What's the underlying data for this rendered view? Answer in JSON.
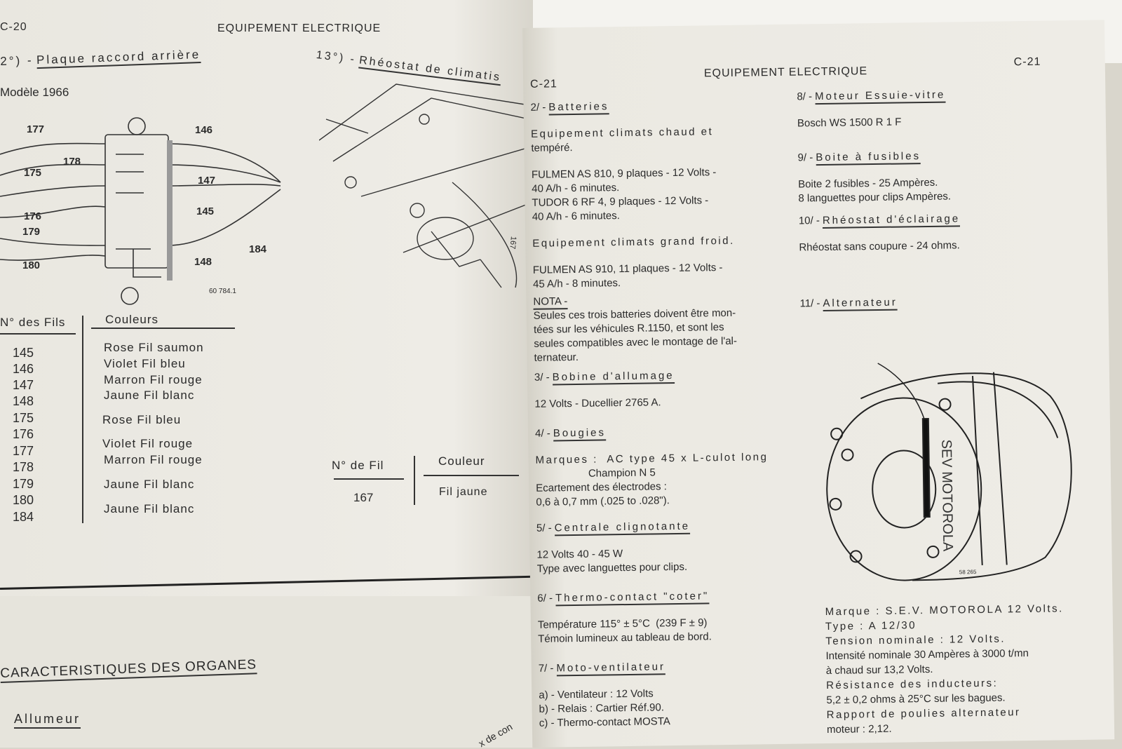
{
  "left_page": {
    "page_number": "C-20",
    "header": "EQUIPEMENT ELECTRIQUE",
    "section_12": {
      "title_num": "2°) -",
      "title": "Plaque raccord arrière",
      "model": "Modèle 1966",
      "figure_ref": "60 784.1",
      "wire_labels": [
        "177",
        "178",
        "175",
        "176",
        "179",
        "180",
        "146",
        "147",
        "145",
        "148",
        "184"
      ]
    },
    "section_13": {
      "title_num": "13°) -",
      "title": "Rhéostat de climatis",
      "figure_label": "167"
    },
    "table_1": {
      "headers": [
        "N° des Fils",
        "Couleurs"
      ],
      "rows": [
        [
          "145",
          "Rose  Fil saumon"
        ],
        [
          "146",
          "Violet  Fil bleu"
        ],
        [
          "147",
          "Marron  Fil rouge"
        ],
        [
          "148",
          "Jaune  Fil blanc"
        ],
        [
          "175",
          "Rose  Fil bleu"
        ],
        [
          "176",
          "Violet  Fil rouge"
        ],
        [
          "177",
          "Marron  Fil rouge"
        ],
        [
          "178",
          "Jaune  Fil blanc"
        ],
        [
          "179",
          "Jaune  Fil blanc"
        ],
        [
          "180",
          ""
        ],
        [
          "184",
          ""
        ]
      ]
    },
    "table_2": {
      "headers": [
        "N° de Fil",
        "Couleur"
      ],
      "rows": [
        [
          "167",
          "Fil jaune"
        ]
      ]
    },
    "lower": {
      "title": "CARACTERISTIQUES DES ORGANES",
      "item": "Allumeur",
      "margin_note": "x de con"
    }
  },
  "right_page": {
    "page_number_left": "C-21",
    "page_number_right": "C-21",
    "header": "EQUIPEMENT ELECTRIQUE",
    "col1": [
      {
        "num": "2/ -",
        "title": "Batteries",
        "lines": [
          "Equipement climats chaud et",
          "tempéré.",
          "",
          "FULMEN AS 810, 9 plaques - 12 Volts -",
          "40 A/h - 6 minutes.",
          "TUDOR 6 RF 4, 9 plaques - 12 Volts -",
          "40 A/h - 6 minutes.",
          "",
          "Equipement climats grand froid.",
          "",
          "FULMEN AS 910, 11 plaques - 12 Volts -",
          "45 A/h - 8 minutes."
        ]
      },
      {
        "nota": "NOTA -",
        "lines": [
          "Seules ces trois batteries doivent être mon-",
          "tées sur les véhicules R.1150, et sont les",
          "seules compatibles avec le montage de l'al-",
          "ternateur."
        ]
      },
      {
        "num": "3/ -",
        "title": "Bobine d'allumage",
        "lines": [
          "12 Volts - Ducellier 2765 A."
        ]
      },
      {
        "num": "4/ -",
        "title": "Bougies",
        "lines": [
          "Marques :  AC type 45 x L-culot long",
          "                  Champion N 5",
          "Ecartement des électrodes :",
          "0,6 à 0,7 mm (.025 to .028\")."
        ]
      },
      {
        "num": "5/ -",
        "title": "Centrale clignotante",
        "lines": [
          "12 Volts 40 - 45 W",
          "Type avec languettes pour clips."
        ]
      },
      {
        "num": "6/ -",
        "title": "Thermo-contact \"coter\"",
        "lines": [
          "Température 115° ± 5°C  (239 F ± 9)",
          "Témoin lumineux au tableau de bord."
        ]
      },
      {
        "num": "7/ -",
        "title": "Moto-ventilateur",
        "lines": [
          "a) - Ventilateur : 12 Volts",
          "b) - Relais : Cartier Réf.90.",
          "c) - Thermo-contact MOSTA"
        ]
      }
    ],
    "col2": [
      {
        "num": "8/ -",
        "title": "Moteur Essuie-vitre",
        "lines": [
          "Bosch WS 1500 R 1 F"
        ]
      },
      {
        "num": "9/ -",
        "title": "Boite à fusibles",
        "lines": [
          "Boite 2 fusibles - 25 Ampères.",
          "8 languettes pour clips Ampères."
        ]
      },
      {
        "num": "10/ -",
        "title": "Rhéostat d'éclairage",
        "lines": [
          "Rhéostat sans coupure - 24 ohms."
        ]
      },
      {
        "num": "11/ -",
        "title": "Alternateur",
        "lines": []
      }
    ],
    "alternator": {
      "brand_text": "SEV MOTOROLA",
      "figure_ref": "58 265",
      "specs": [
        "Marque : S.E.V. MOTOROLA 12 Volts.",
        "Type : A 12/30",
        "Tension nominale : 12 Volts.",
        "Intensité nominale 30 Ampères à 3000 t/mn",
        "à chaud sur 13,2 Volts.",
        "Résistance des inducteurs:",
        "5,2 ± 0,2 ohms à 25°C sur les bagues.",
        "Rapport de poulies alternateur",
        "moteur : 2,12."
      ]
    }
  }
}
